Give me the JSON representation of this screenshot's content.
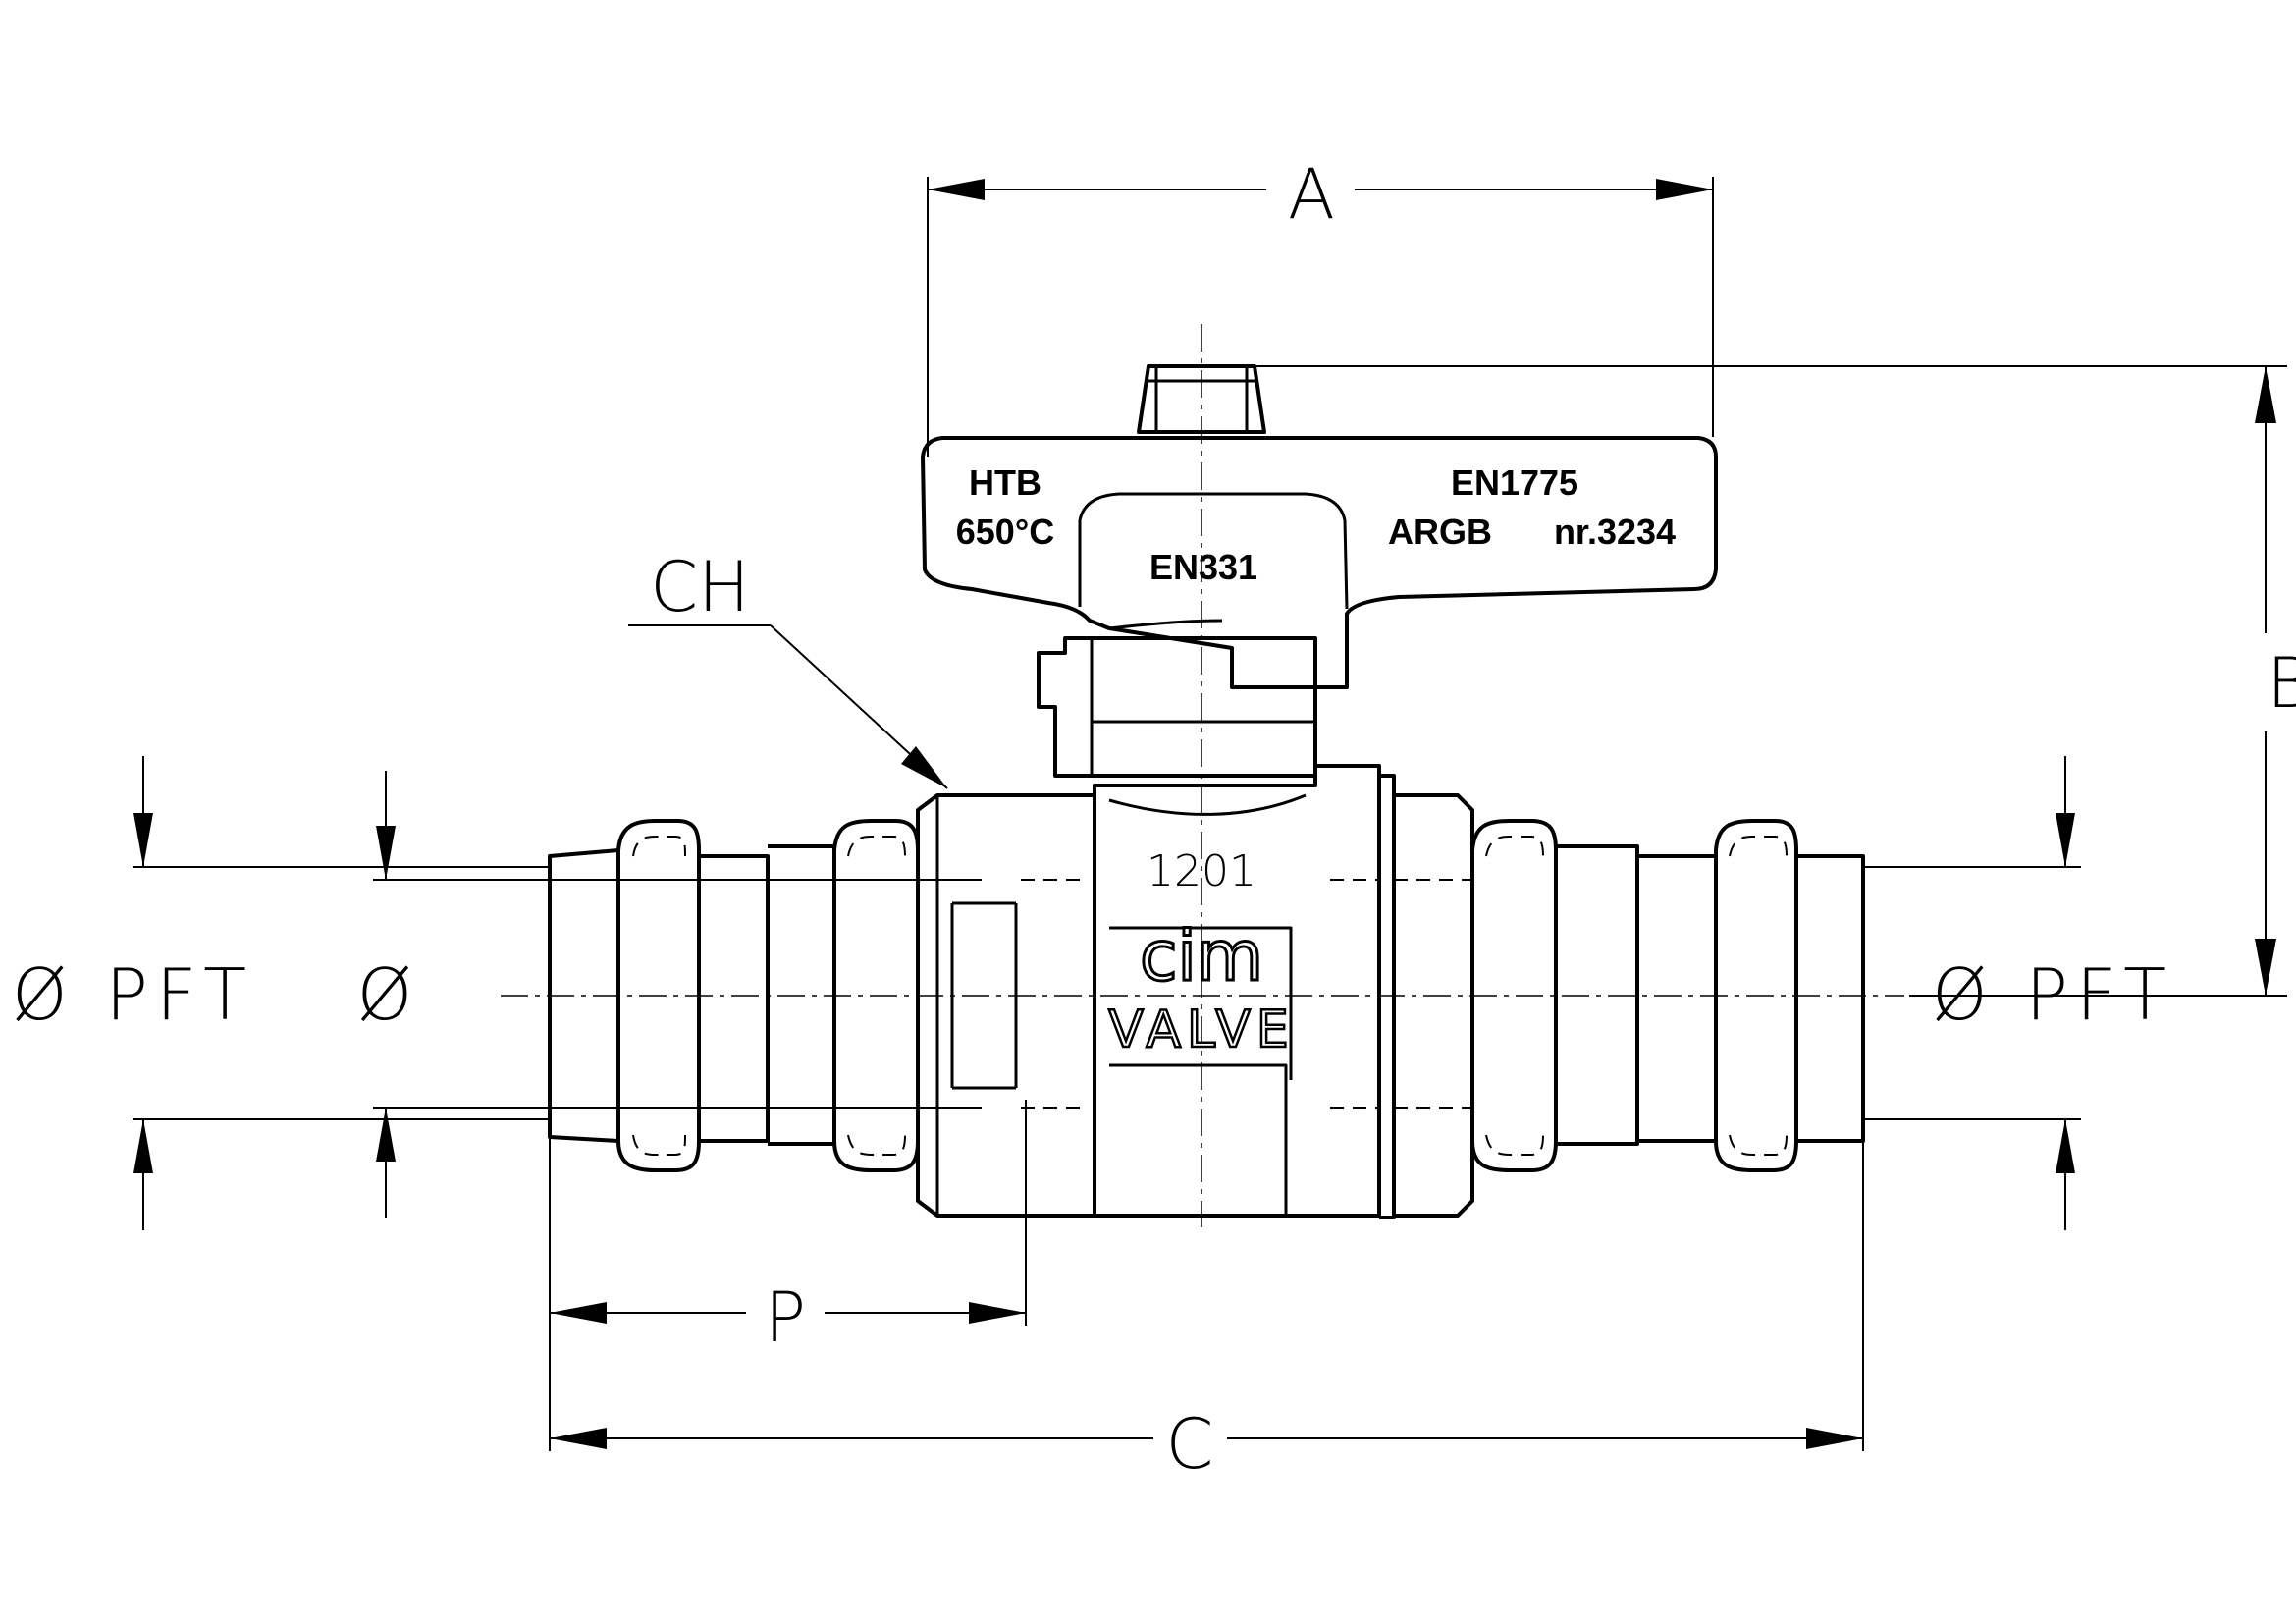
{
  "dimensions": {
    "a": "A",
    "b": "B",
    "c": "C",
    "p": "P",
    "ch": "CH",
    "pft_left": "Ø PFT",
    "pft_right": "Ø PFT",
    "dia": "Ø"
  },
  "handle": {
    "htb": "HTB",
    "temp": "650°C",
    "en1775": "EN1775",
    "argb": "ARGB",
    "nr": "nr.3234",
    "en331": "EN331"
  },
  "body": {
    "model": "1201",
    "logo": "cim",
    "brand": "VALVE"
  }
}
